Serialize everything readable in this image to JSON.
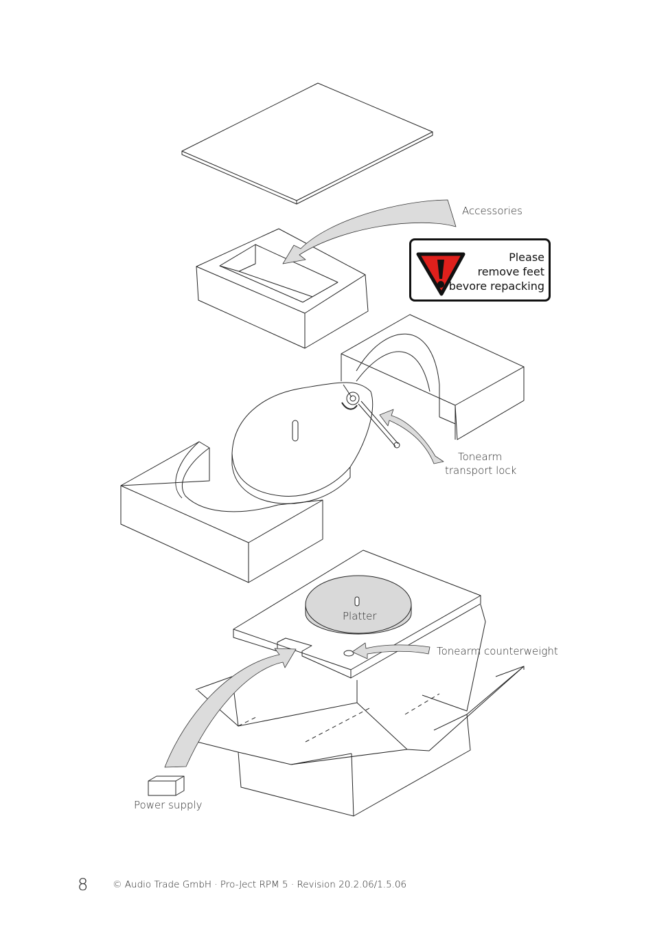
{
  "labels": {
    "accessories": "Accessories",
    "tonearm_lock_line1": "Tonearm",
    "tonearm_lock_line2": "transport lock",
    "platter": "Platter",
    "counterweight": "Tonearm counterweight",
    "power_supply": "Power supply"
  },
  "warning": {
    "line1": "Please",
    "line2": "remove feet",
    "line3": "bevore repacking",
    "icon": "warning-triangle-icon",
    "icon_color": "#e0201c"
  },
  "footer": {
    "page_number": "8",
    "copyright": "© Audio Trade GmbH · Pro-Ject RPM 5 · Revision 20.2.06/1.5.06"
  },
  "colors": {
    "line": "#222222",
    "arrow_fill": "#dcdcdc",
    "platter_fill": "#d9d9d9"
  }
}
